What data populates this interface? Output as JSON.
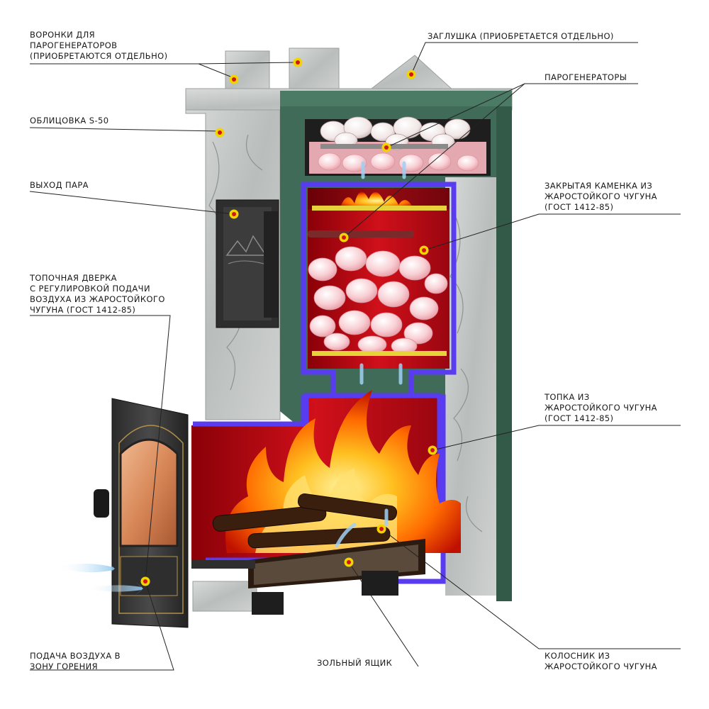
{
  "callouts": {
    "funnels": [
      "ВОРОНКИ ДЛЯ",
      "ПАРОГЕНЕРАТОРОВ",
      "(ПРИОБРЕТАЮТСЯ ОТДЕЛЬНО)"
    ],
    "plug": [
      "ЗАГЛУШКА (ПРИОБРЕТАЕТСЯ ОТДЕЛЬНО)"
    ],
    "cladding": [
      "ОБЛИЦОВКА S-50"
    ],
    "steam_generators": [
      "ПАРОГЕНЕРАТОРЫ"
    ],
    "steam_outlet": [
      "ВЫХОД ПАРА"
    ],
    "closed_heater": [
      "ЗАКРЫТАЯ КАМЕНКА ИЗ",
      "ЖАРОСТОЙКОГО ЧУГУНА",
      "(ГОСТ 1412-85)"
    ],
    "fire_door": [
      "ТОПОЧНАЯ ДВЕРКА",
      "С РЕГУЛИРОВКОЙ ПОДАЧИ",
      "ВОЗДУХА ИЗ ЖАРОСТОЙКОГО",
      "ЧУГУНА (ГОСТ 1412-85)"
    ],
    "firebox": [
      "ТОПКА ИЗ",
      "ЖАРОСТОЙКОГО ЧУГУНА",
      "(ГОСТ 1412-85)"
    ],
    "air_supply": [
      "ПОДАЧА ВОЗДУХА В",
      "ЗОНУ ГОРЕНИЯ"
    ],
    "ash_box": [
      "ЗОЛЬНЫЙ ЯЩИК"
    ],
    "grate": [
      "КОЛОСНИК ИЗ",
      "ЖАРОСТОЙКОГО ЧУГУНА"
    ]
  },
  "colors": {
    "marble": "#c9cccb",
    "steel_green": "#3f6b58",
    "heat_red": "#c0101a",
    "insulation_blue": "#5a3cf0",
    "stone_pink": "#f6c2c9",
    "marker_yellow": "#f2d400",
    "marker_red": "#d4141c"
  }
}
